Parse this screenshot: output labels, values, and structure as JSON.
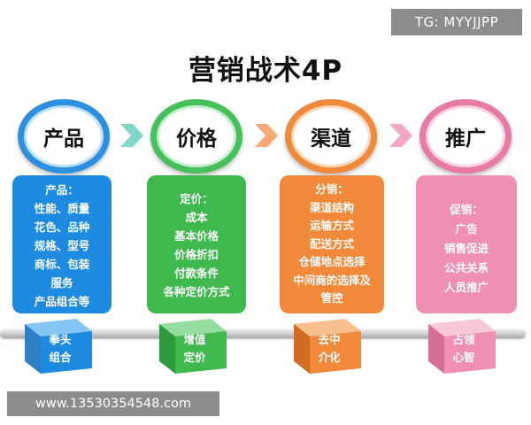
{
  "watermark_top": "TG: MYYJJPP",
  "title": "营销战术4P",
  "pillars": [
    {
      "name": "产品",
      "details": [
        "产品：",
        "性能、质量",
        "花色、品种",
        "规格、型号",
        "商标、包装",
        "服务",
        "产品组合等"
      ],
      "foot": [
        "拳头",
        "组合"
      ],
      "color": "#1f8be0"
    },
    {
      "name": "价格",
      "details": [
        "定价：",
        "成本",
        "基本价格",
        "价格折扣",
        "付款条件",
        "各种定价方式"
      ],
      "foot": [
        "增值",
        "定价"
      ],
      "color": "#3fb94e"
    },
    {
      "name": "渠道",
      "details": [
        "分销：",
        "渠道结构",
        "运输方式",
        "配送方式",
        "仓储地点选择",
        "中间商的选择及",
        "管控"
      ],
      "foot": [
        "去中",
        "介化"
      ],
      "color": "#f08a3a"
    },
    {
      "name": "推广",
      "details": [
        "促销：",
        "广告",
        "销售促进",
        "公共关系",
        "人员推广"
      ],
      "foot": [
        "占领",
        "心智"
      ],
      "color": "#ef8fb3"
    }
  ],
  "watermark_bottom": "www.13530354548.com"
}
